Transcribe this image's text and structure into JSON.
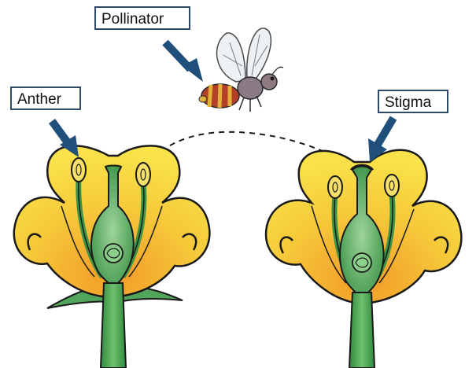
{
  "labels": {
    "pollinator": "Pollinator",
    "anther": "Anther",
    "stigma": "Stigma"
  },
  "colors": {
    "petal": "#f7dc3e",
    "petal_shade": "#f0a12a",
    "stem": "#3f9a4c",
    "stem_light": "#7cc67f",
    "outline": "#1a1a1a",
    "arrow": "#1f4f7a",
    "bee_body": "#b5402a",
    "bee_stripe": "#e2b23a"
  },
  "icons": {
    "pollinator": "bee-icon",
    "pointer": "arrow-icon"
  }
}
